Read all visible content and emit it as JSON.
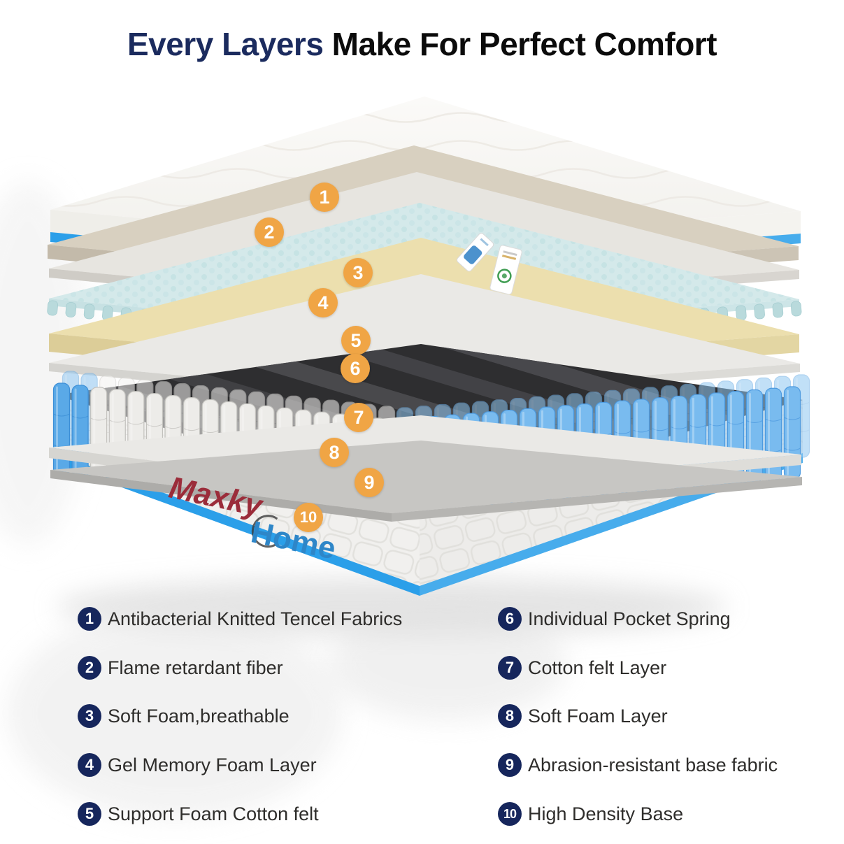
{
  "title": {
    "highlight": "Every Layers",
    "rest": " Make For Perfect Comfort"
  },
  "brand": {
    "part1": "Maxky",
    "part2": "Home"
  },
  "diagram": {
    "markers": [
      "1",
      "2",
      "3",
      "4",
      "5",
      "6",
      "7",
      "8",
      "9",
      "10"
    ]
  },
  "legend": {
    "columns": [
      [
        {
          "number": "1",
          "label": "Antibacterial Knitted Tencel Fabrics"
        },
        {
          "number": "2",
          "label": "Flame retardant fiber"
        },
        {
          "number": "3",
          "label": "Soft Foam,breathable"
        },
        {
          "number": "4",
          "label": "Gel Memory Foam Layer"
        },
        {
          "number": "5",
          "label": "Support Foam Cotton felt"
        }
      ],
      [
        {
          "number": "6",
          "label": "Individual Pocket Spring"
        },
        {
          "number": "7",
          "label": "Cotton felt Layer"
        },
        {
          "number": "8",
          "label": "Soft Foam Layer"
        },
        {
          "number": "9",
          "label": "Abrasion-resistant base fabric"
        },
        {
          "number": "10",
          "label": "High Density Base"
        }
      ]
    ]
  },
  "colors": {
    "accent_blue": "#2B9FE9",
    "badge_orange": "#F0A545",
    "legend_navy": "#16265C",
    "title_navy": "#1B2B5E",
    "text_dark": "#2E2D2B",
    "logo_red": "#9B2C3A",
    "logo_blue": "#2E86C8",
    "cover_white": "#F8F7F4",
    "fiber_tan": "#D8D0C0",
    "foam_gray": "#E7E5E0",
    "gel_blue": "#D4E9EA",
    "cream": "#ECDFAE",
    "spring_white": "#EDECE9",
    "spring_blue": "#5AA9E7",
    "felt_gray": "#C7C6C3",
    "base_fabric_dark": "#2E2E30",
    "base_white": "#F1F0EE"
  }
}
